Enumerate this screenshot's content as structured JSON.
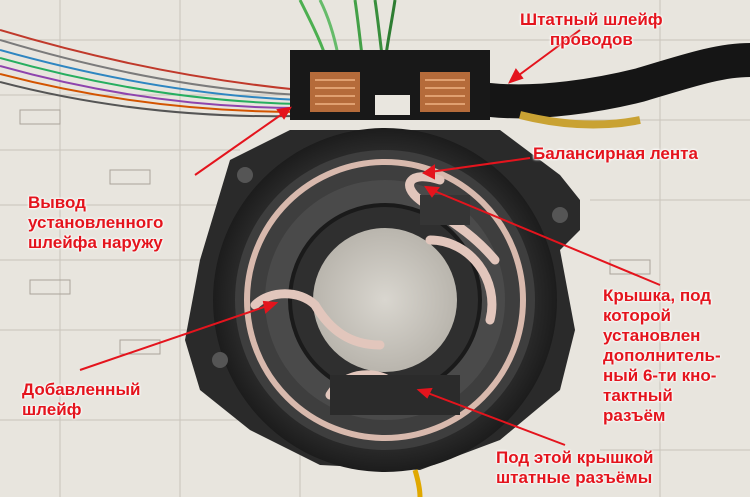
{
  "image": {
    "subject": "clock-spring-assembly-photo",
    "annotation_color": "#e4141d"
  },
  "labels": {
    "factory_cable": "Штатный шлейф\nпроводов",
    "balancing_tape": "Балансирная лента",
    "output_cable": "Вывод\nустановленного\nшлейфа наружу",
    "cover_connector": "Крышка, под\nкоторой\nустановлен\nдополнитель-\nный 6-ти кно-\nтактный\nразъём",
    "added_cable": "Добавленный\nшлейф",
    "under_cover": "Под этой крышкой\nштатные разъёмы"
  }
}
